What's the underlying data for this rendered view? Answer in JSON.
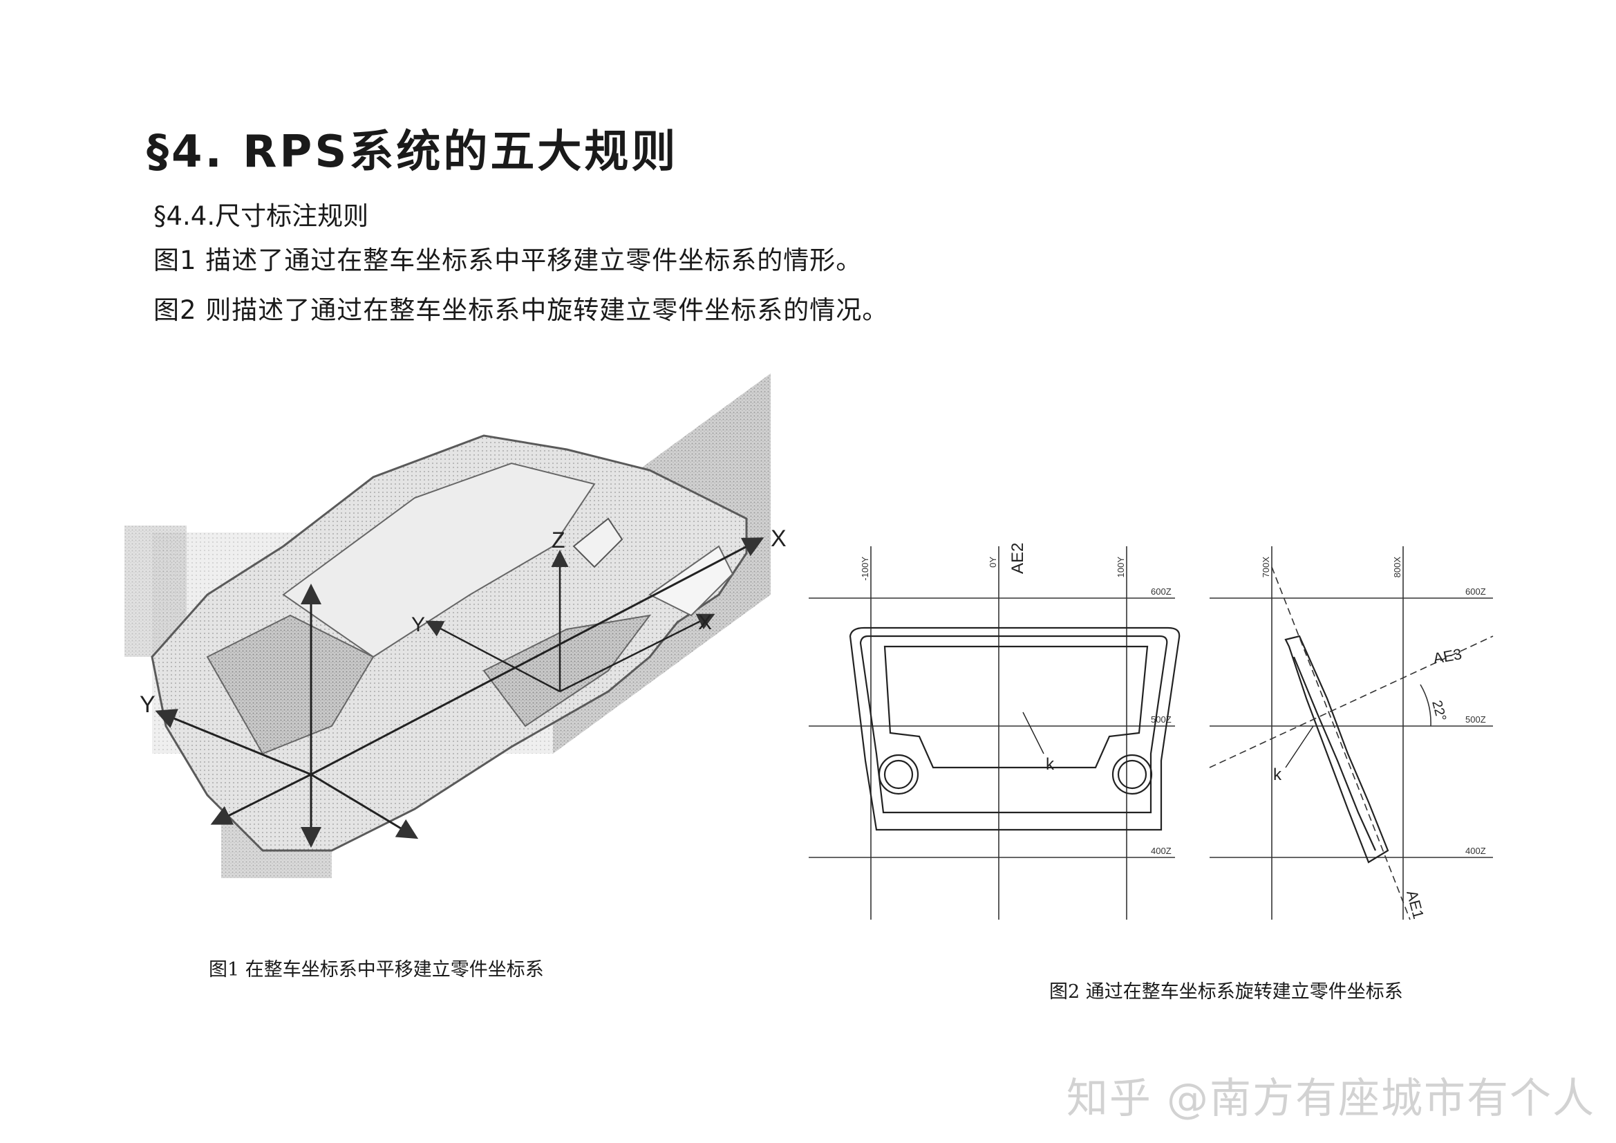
{
  "title": "§4. RPS系统的五大规则",
  "subtitle": "§4.4.尺寸标注规则",
  "paragraphs": [
    "图1  描述了通过在整车坐标系中平移建立零件坐标系的情形。",
    "图2  则描述了通过在整车坐标系中旋转建立零件坐标系的情况。"
  ],
  "figure1": {
    "axis_labels": {
      "x": "X",
      "y": "Y",
      "z": "Z",
      "x2": "X",
      "y2": "Y"
    },
    "caption": "图1  在整车坐标系中平移建立零件坐标系"
  },
  "figure2": {
    "grid_labels": {
      "y_minus100": "-100Y",
      "y0": "0Y",
      "y100": "100Y",
      "x700": "700X",
      "x800": "800X",
      "z600": "600Z",
      "z500": "500Z",
      "z400": "400Z"
    },
    "annotations": {
      "ae1": "AE1",
      "ae2": "AE2",
      "ae3": "AE3",
      "angle": "22°",
      "k_left": "k",
      "k_right": "k"
    },
    "caption": "图2  通过在整车坐标系旋转建立零件坐标系"
  },
  "watermark": "知乎 @南方有座城市有个人"
}
